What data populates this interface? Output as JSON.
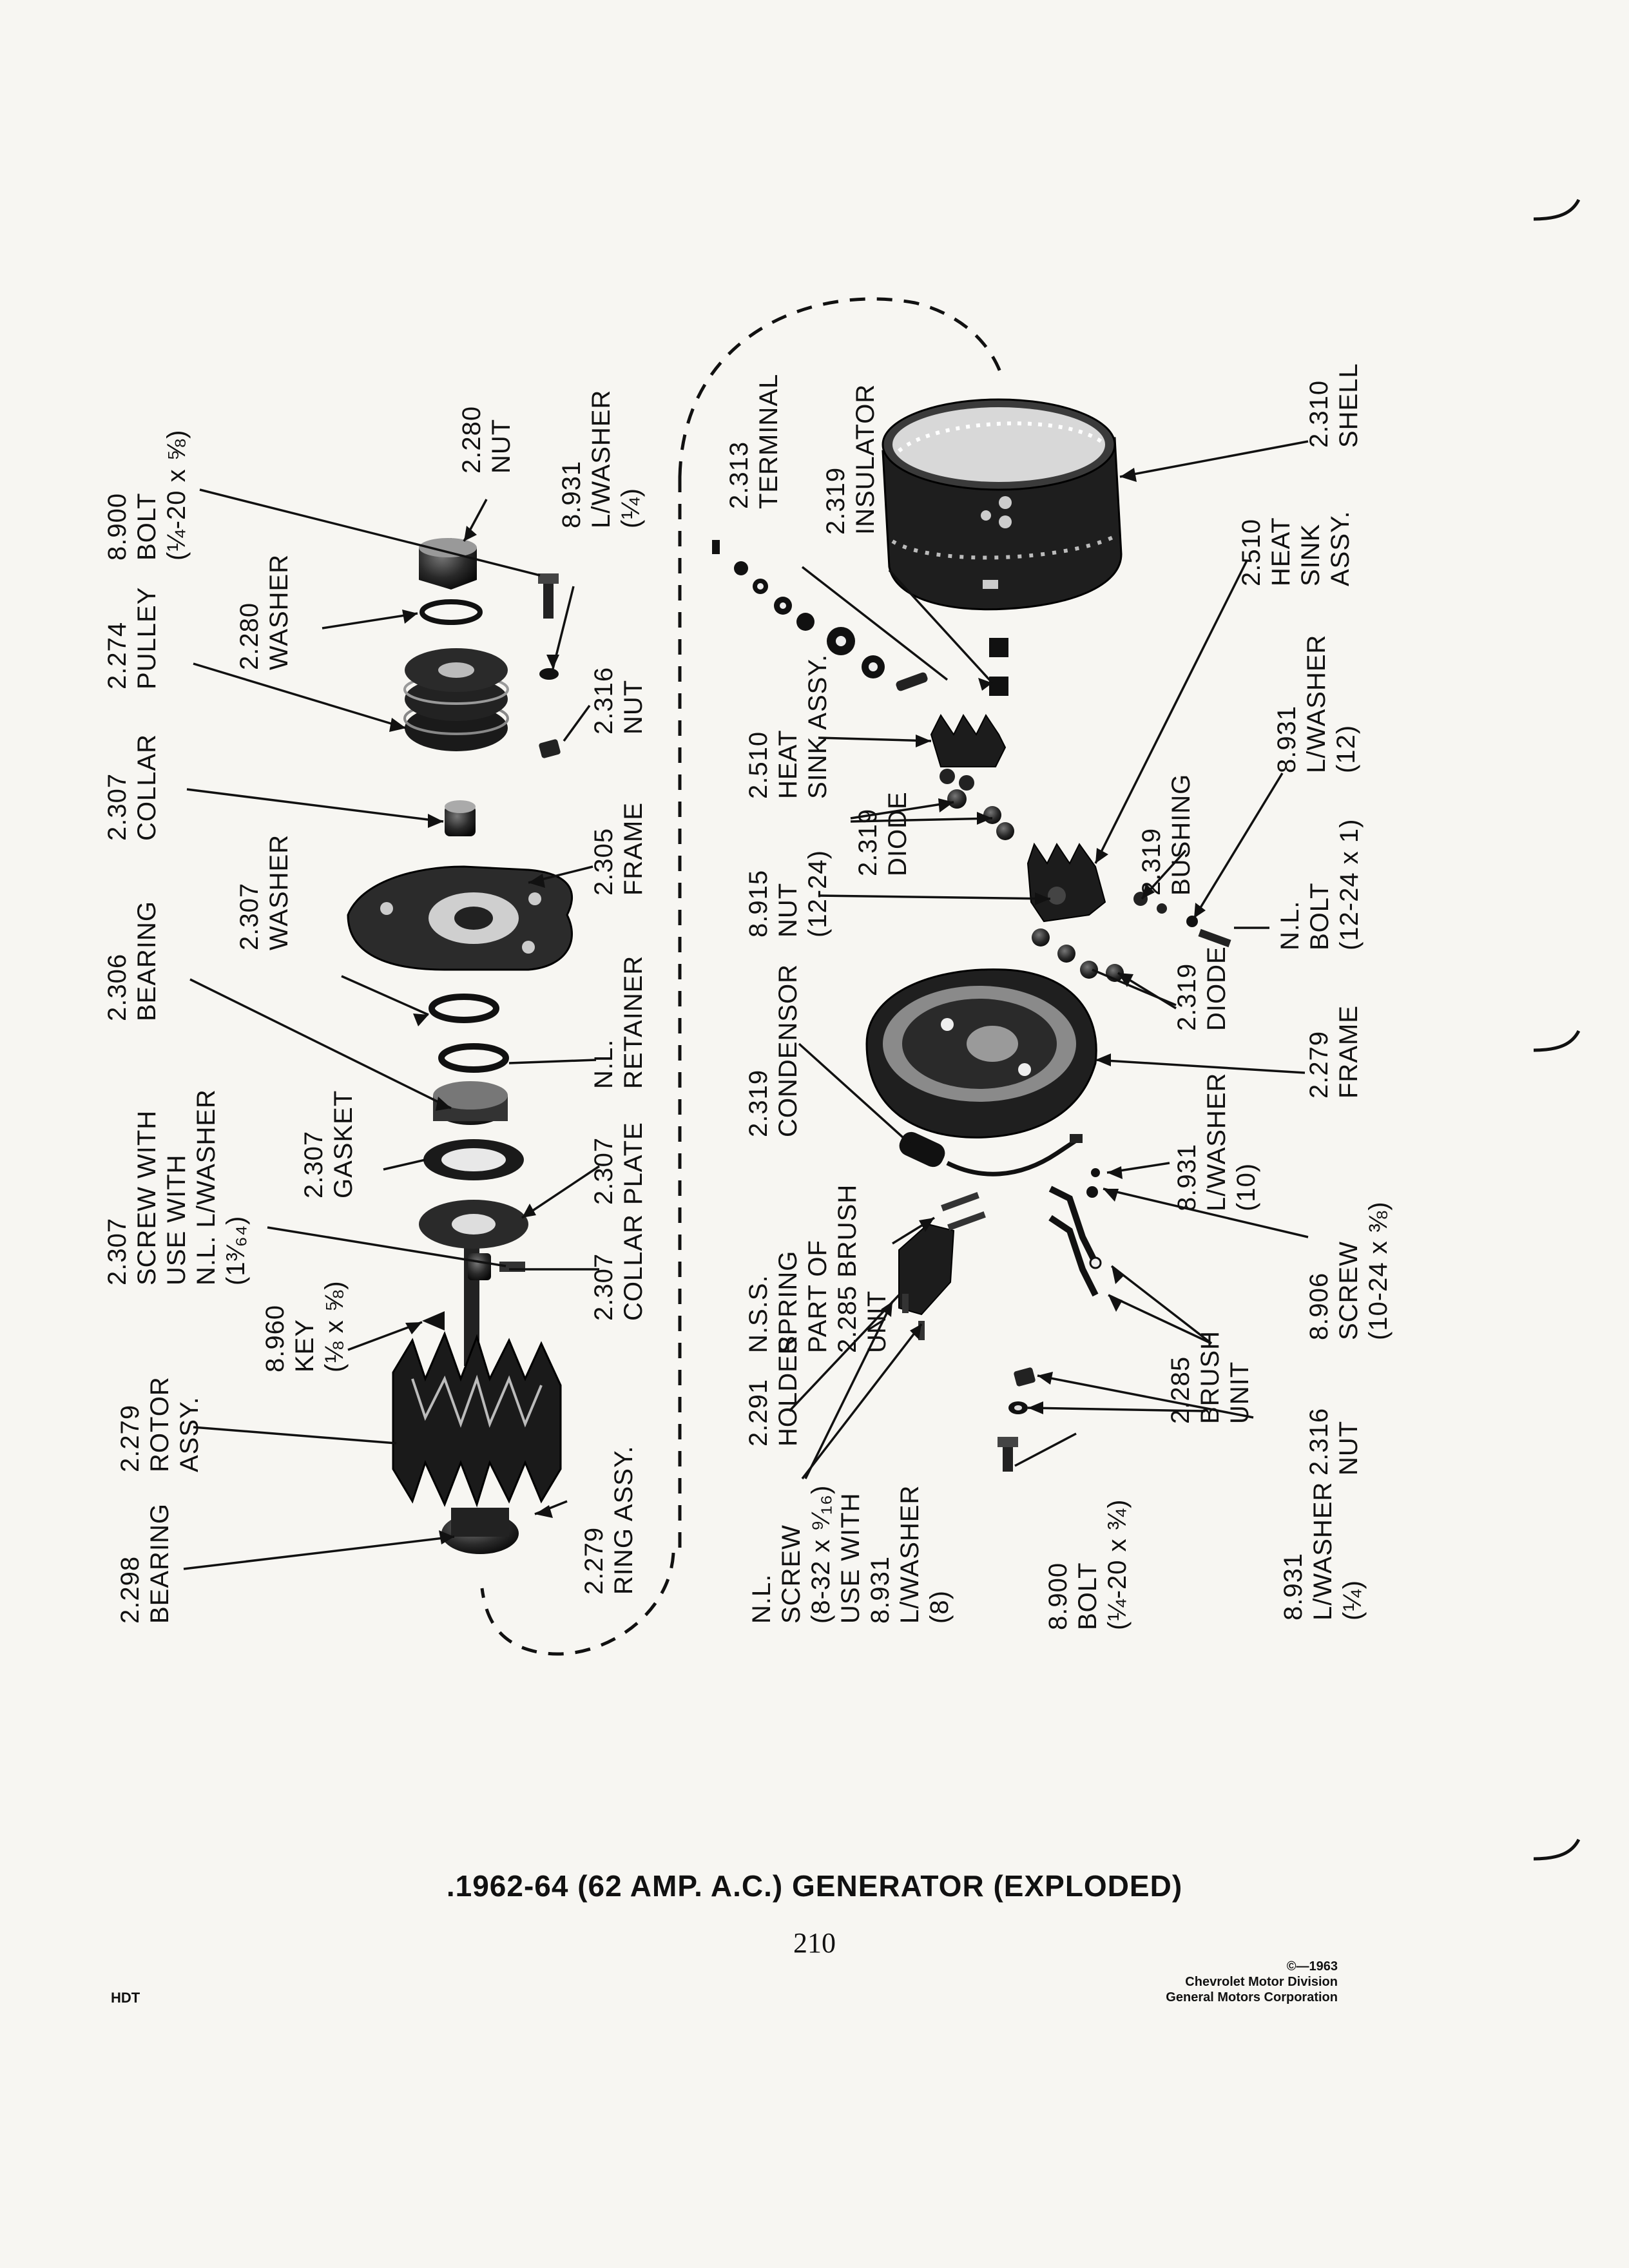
{
  "title": ".1962-64 (62 AMP. A.C.) GENERATOR (EXPLODED)",
  "page_number": "210",
  "pub_code": "HDT",
  "copyright": [
    "©—1963",
    "Chevrolet Motor Division",
    "General Motors Corporation"
  ],
  "callouts": {
    "bearing_2298": [
      "2.298",
      "BEARING"
    ],
    "rotor_2279": [
      "2.279",
      "ROTOR",
      "ASSY."
    ],
    "key_8960": [
      "8.960",
      "KEY",
      "(⅛ x ⅝)"
    ],
    "screw_2307": [
      "2.307",
      "SCREW WITH",
      "USE WITH",
      "N.L. L/WASHER",
      "(1³⁄₆₄)"
    ],
    "bearing_2306": [
      "2.306",
      "BEARING"
    ],
    "collar_2307_top": [
      "2.307",
      "COLLAR"
    ],
    "pulley_2274": [
      "2.274",
      "PULLEY"
    ],
    "bolt_8900_top": [
      "8.900",
      "BOLT",
      "(¼-20 x ⅝)"
    ],
    "ring_2279": [
      "2.279",
      "RING ASSY."
    ],
    "collar_2307_low": [
      "2.307",
      "COLLAR"
    ],
    "plate_2307": [
      "2.307",
      "PLATE"
    ],
    "gasket_2307": [
      "2.307",
      "GASKET"
    ],
    "retainer_nl": [
      "N.L.",
      "RETAINER"
    ],
    "washer_2307": [
      "2.307",
      "WASHER"
    ],
    "frame_2305": [
      "2.305",
      "FRAME"
    ],
    "nut_2316_top": [
      "2.316",
      "NUT"
    ],
    "washer_2280": [
      "2.280",
      "WASHER"
    ],
    "lwasher_8931_top": [
      "8.931",
      "L/WASHER",
      "(¼)"
    ],
    "nut_2280": [
      "2.280",
      "NUT"
    ],
    "screw_nl": [
      "N.L.",
      "SCREW",
      "(8-32 x ⁹⁄₁₆)",
      "USE WITH",
      "8.931",
      "L/WASHER",
      "(8)"
    ],
    "holder_2291": [
      "2.291",
      "HOLDER"
    ],
    "spring_nss": [
      "N.S.S.",
      "SPRING",
      "PART OF",
      "2.285 BRUSH",
      "UNIT"
    ],
    "condensor_2319": [
      "2.319",
      "CONDENSOR"
    ],
    "nut_8915": [
      "8.915",
      "NUT",
      "(12-24)"
    ],
    "heatsink_2510_a": [
      "2.510",
      "HEAT",
      "SINK ASSY."
    ],
    "terminal_2313": [
      "2.313",
      "TERMINAL"
    ],
    "insulator_2319": [
      "2.319",
      "INSULATOR"
    ],
    "diode_2319_a": [
      "2.319",
      "DIODE"
    ],
    "bolt_8900_low": [
      "8.900",
      "BOLT",
      "(¼-20 x ¾)"
    ],
    "lwasher_8931_low": [
      "8.931",
      "L/WASHER",
      "(¼)"
    ],
    "nut_2316_low": [
      "2.316",
      "NUT"
    ],
    "brush_2285": [
      "2.285",
      "BRUSH",
      "UNIT"
    ],
    "screw_8906": [
      "8.906",
      "SCREW",
      "(10-24 x ⅜)"
    ],
    "lwasher_8931_mid": [
      "8.931",
      "L/WASHER",
      "(10)"
    ],
    "frame_2279": [
      "2.279",
      "FRAME"
    ],
    "diode_2319_b": [
      "2.319",
      "DIODE"
    ],
    "bolt_nl": [
      "N.L.",
      "BOLT",
      "(12-24 x 1)"
    ],
    "bushing_2319": [
      "2.319",
      "BUSHING"
    ],
    "lwasher_8931_12": [
      "8.931",
      "L/WASHER",
      "(12)"
    ],
    "heatsink_2510_b": [
      "2.510",
      "HEAT",
      "SINK",
      "ASSY."
    ],
    "shell_2310": [
      "2.310",
      "SHELL"
    ]
  }
}
